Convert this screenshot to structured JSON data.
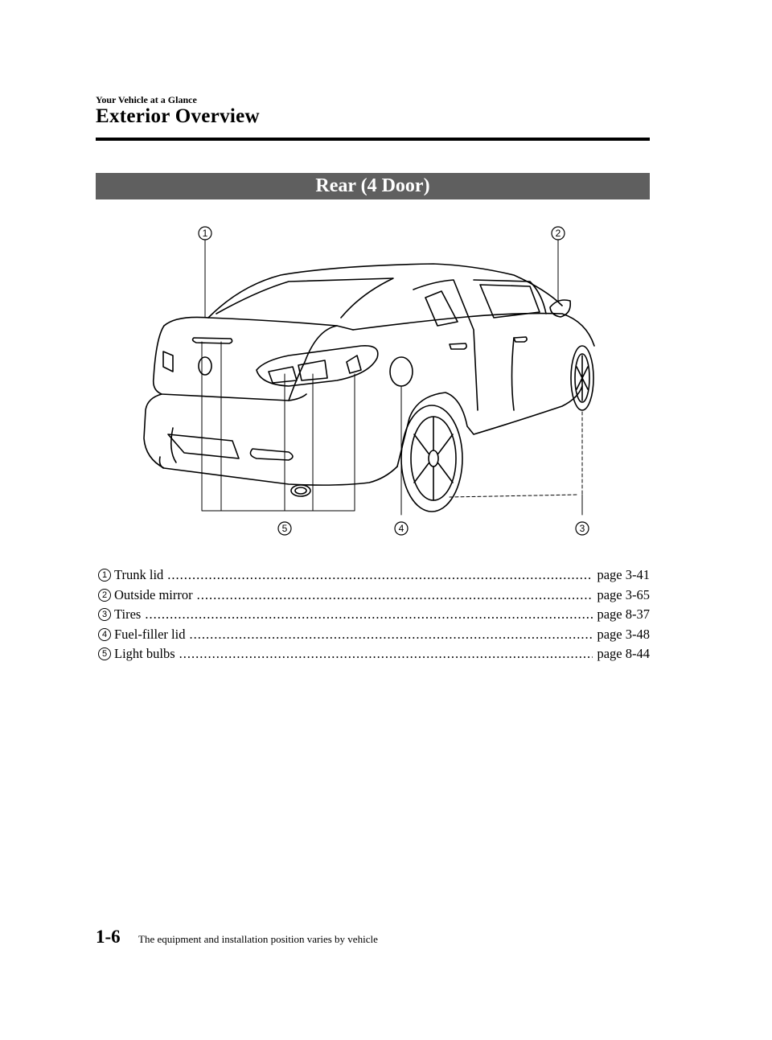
{
  "header": {
    "section": "Your Vehicle at a Glance",
    "title": "Exterior Overview"
  },
  "banner": "Rear (4 Door)",
  "callouts": [
    "1",
    "2",
    "3",
    "4",
    "5"
  ],
  "items": [
    {
      "num": "1",
      "label": "Trunk lid",
      "page": "page 3-41"
    },
    {
      "num": "2",
      "label": "Outside mirror",
      "page": "page 3-65"
    },
    {
      "num": "3",
      "label": "Tires",
      "page": "page 8-37"
    },
    {
      "num": "4",
      "label": "Fuel-filler lid",
      "page": "page 3-48"
    },
    {
      "num": "5",
      "label": "Light bulbs",
      "page": "page 8-44"
    }
  ],
  "footer": {
    "page_number": "1-6",
    "note": "The equipment and installation position varies by vehicle"
  }
}
